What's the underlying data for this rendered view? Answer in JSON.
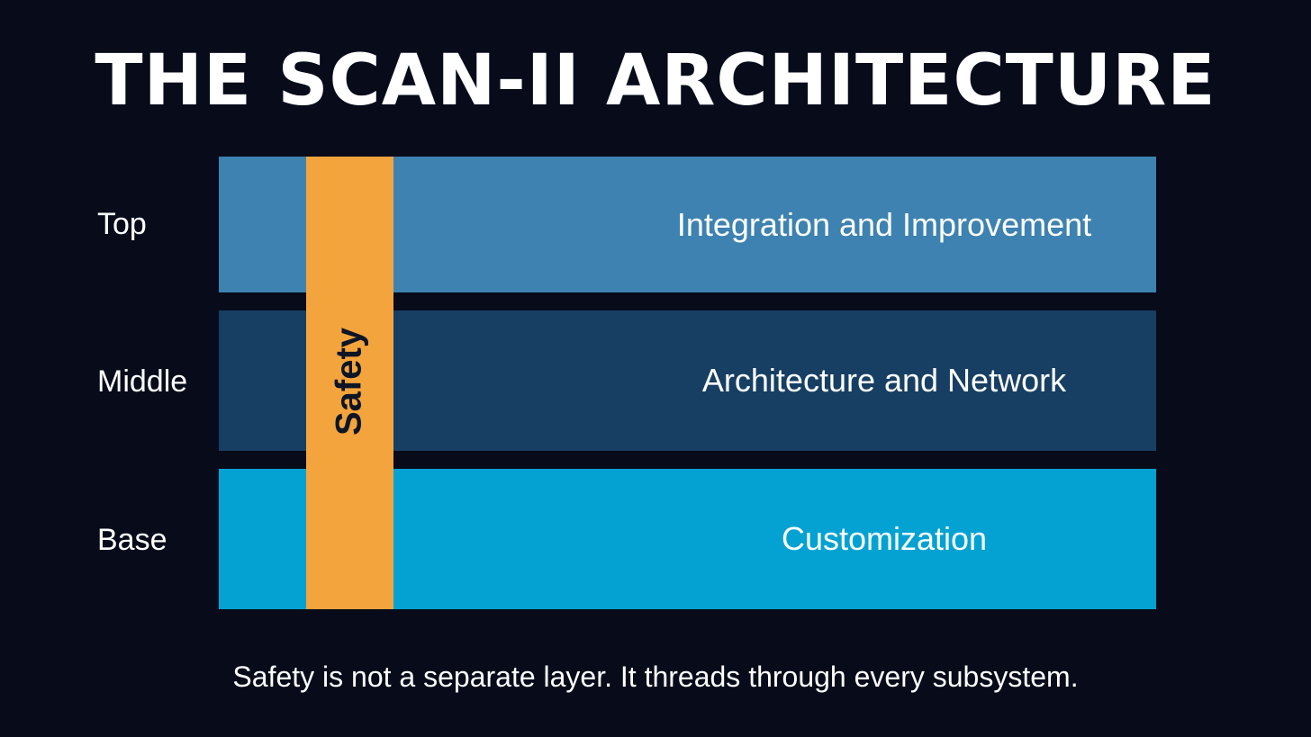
{
  "title": "THE SCAN-II ARCHITECTURE",
  "layers": [
    {
      "level_label": "Top",
      "name": "Integration and Improvement",
      "color": "#3d82b0"
    },
    {
      "level_label": "Middle",
      "name": "Architecture and Network",
      "color": "#173f63"
    },
    {
      "level_label": "Base",
      "name": "Customization",
      "color": "#03a2d3"
    }
  ],
  "safety": {
    "label": "Safety",
    "color": "#f4a43d"
  },
  "caption": "Safety is not a separate layer. It threads through every subsystem.",
  "background_color": "#070b1a"
}
